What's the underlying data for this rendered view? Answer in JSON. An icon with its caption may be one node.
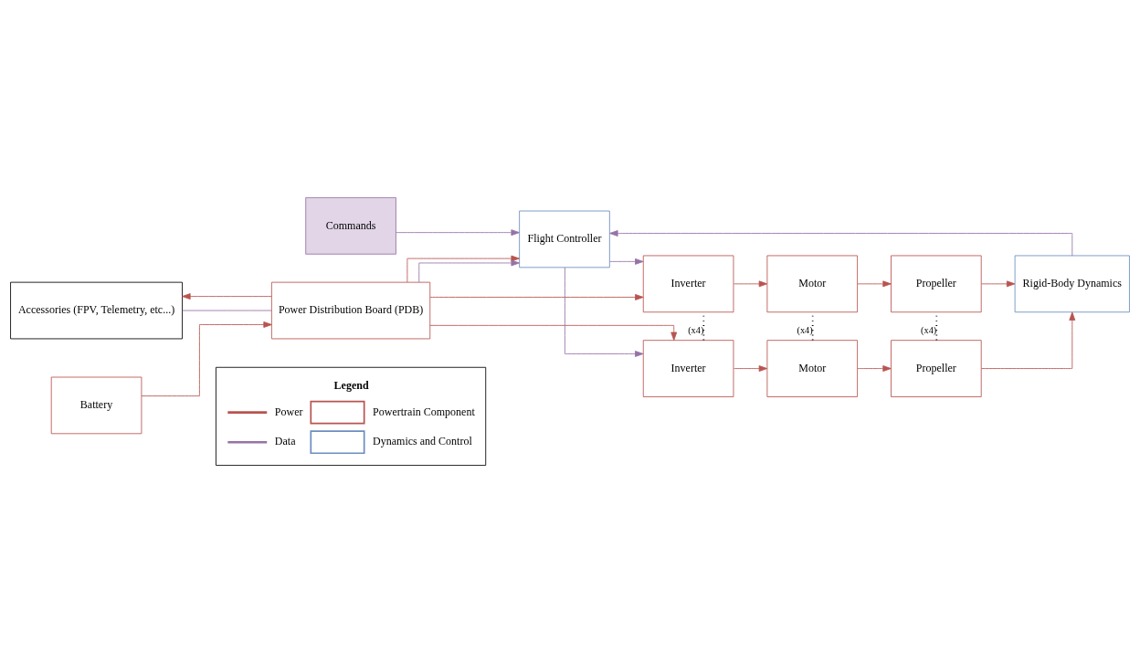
{
  "diagram": {
    "nodes": [
      {
        "text": [
          "Accessories (FPV, Telemetry, etc...)"
        ]
      },
      {
        "text": [
          "Inverter"
        ]
      },
      {
        "text": [
          "Motor"
        ]
      },
      {
        "text": [
          "Propeller"
        ]
      },
      {
        "text": [
          "Battery"
        ]
      },
      {
        "text": [
          "Power Distribution Board (PDB)"
        ]
      },
      {
        "text": [
          "Rigid-Body Dynamics"
        ]
      },
      {
        "text": [
          "Commands"
        ]
      },
      {
        "text": [
          "Flight Controller"
        ]
      },
      {
        "text": [
          "Inverter"
        ]
      },
      {
        "text": [
          "Motor"
        ]
      },
      {
        "text": [
          "Propeller"
        ]
      }
    ],
    "edges": [
      {
        "from": 5,
        "to": 0,
        "arrow": "to"
      },
      {
        "from": 0,
        "to": 5,
        "arrow": "none",
        "color": "#9673a6"
      },
      {
        "from": 4,
        "to": 5,
        "arrow": "to"
      },
      {
        "from": 5,
        "to": 1,
        "arrow": "to"
      },
      {
        "from": 5,
        "to": 9,
        "arrow": "to"
      },
      {
        "from": 5,
        "to": 8,
        "arrow": "to"
      },
      {
        "from": 5,
        "to": 8,
        "arrow": "to",
        "color": "#9673a6"
      },
      {
        "from": 7,
        "to": 8,
        "arrow": "to",
        "color": "#9673a6"
      },
      {
        "from": 8,
        "to": 1,
        "arrow": "to",
        "color": "#9673a6"
      },
      {
        "from": 8,
        "to": 9,
        "arrow": "to",
        "color": "#9673a6"
      },
      {
        "from": 1,
        "to": 2,
        "arrow": "to"
      },
      {
        "from": 2,
        "to": 3,
        "arrow": "to"
      },
      {
        "from": 9,
        "to": 10,
        "arrow": "to"
      },
      {
        "from": 10,
        "to": 11,
        "arrow": "to"
      },
      {
        "from": 3,
        "to": 6,
        "arrow": "to"
      },
      {
        "from": 11,
        "to": 6,
        "arrow": "to"
      },
      {
        "from": 6,
        "to": 8,
        "arrow": "to",
        "color": "#9673a6"
      },
      {
        "from": 1,
        "to": 9,
        "arrow": "none",
        "label": "(x4)",
        "style": "dashed",
        "color": "#000000"
      },
      {
        "from": 2,
        "to": 10,
        "arrow": "none",
        "label": "(x4)",
        "style": "dashed",
        "color": "#000000"
      },
      {
        "from": 3,
        "to": 11,
        "arrow": "none",
        "label": "(x4)",
        "style": "dashed",
        "color": "#000000"
      }
    ],
    "labels": [
      "Legend"
    ],
    "legend": [
      {
        "text": "Power"
      },
      {
        "text": "Powertrain Component"
      },
      {
        "text": "Data"
      },
      {
        "text": "Dynamics and Control"
      }
    ]
  }
}
